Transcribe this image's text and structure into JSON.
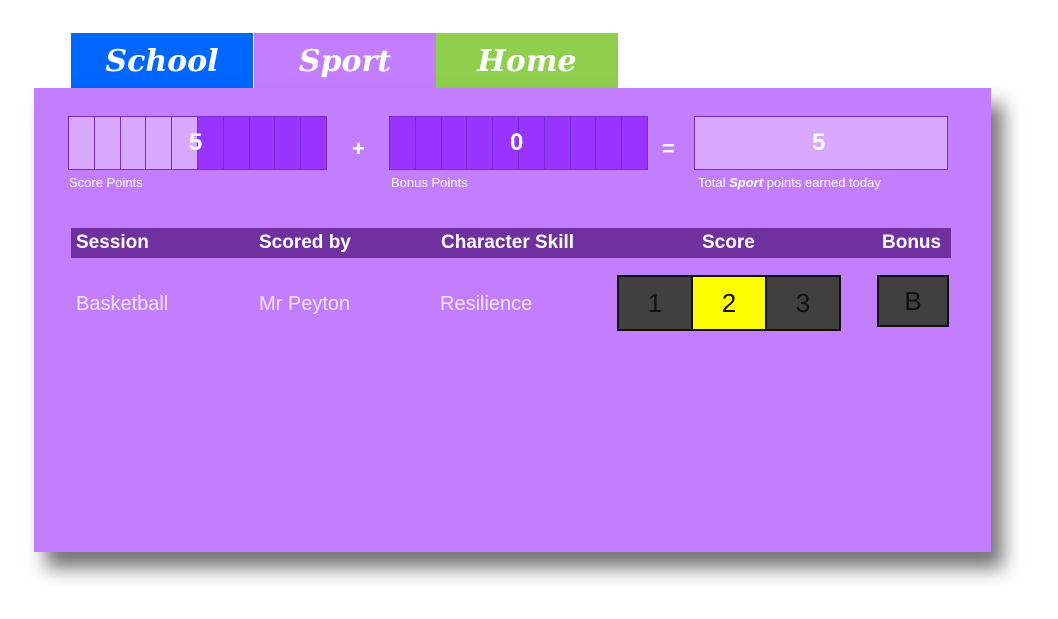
{
  "tabs": {
    "school": "School",
    "sport": "Sport",
    "home": "Home",
    "active": "Sport"
  },
  "colors": {
    "school": "#0066ff",
    "sport": "#c37dff",
    "home": "#90ce4e",
    "header": "#7030a0",
    "selected_score": "#ffff00"
  },
  "points": {
    "score_value": "5",
    "score_filled_cells": 5,
    "score_total_cells": 10,
    "plus": "+",
    "bonus_value": "0",
    "bonus_filled_cells": 0,
    "bonus_total_cells": 10,
    "equals": "=",
    "total_value": "5",
    "score_caption": "Score Points",
    "bonus_caption": "Bonus Points",
    "total_caption_prefix": "Total ",
    "total_caption_emphasis": "Sport",
    "total_caption_suffix": " points earned today"
  },
  "table": {
    "headers": {
      "session": "Session",
      "scored_by": "Scored by",
      "character_skill": "Character Skill",
      "score": "Score",
      "bonus": "Bonus"
    },
    "rows": [
      {
        "session": "Basketball",
        "scored_by": "Mr Peyton",
        "character_skill": "Resilience",
        "score_options": [
          "1",
          "2",
          "3"
        ],
        "selected_score": "2",
        "bonus_label": "B"
      }
    ]
  }
}
